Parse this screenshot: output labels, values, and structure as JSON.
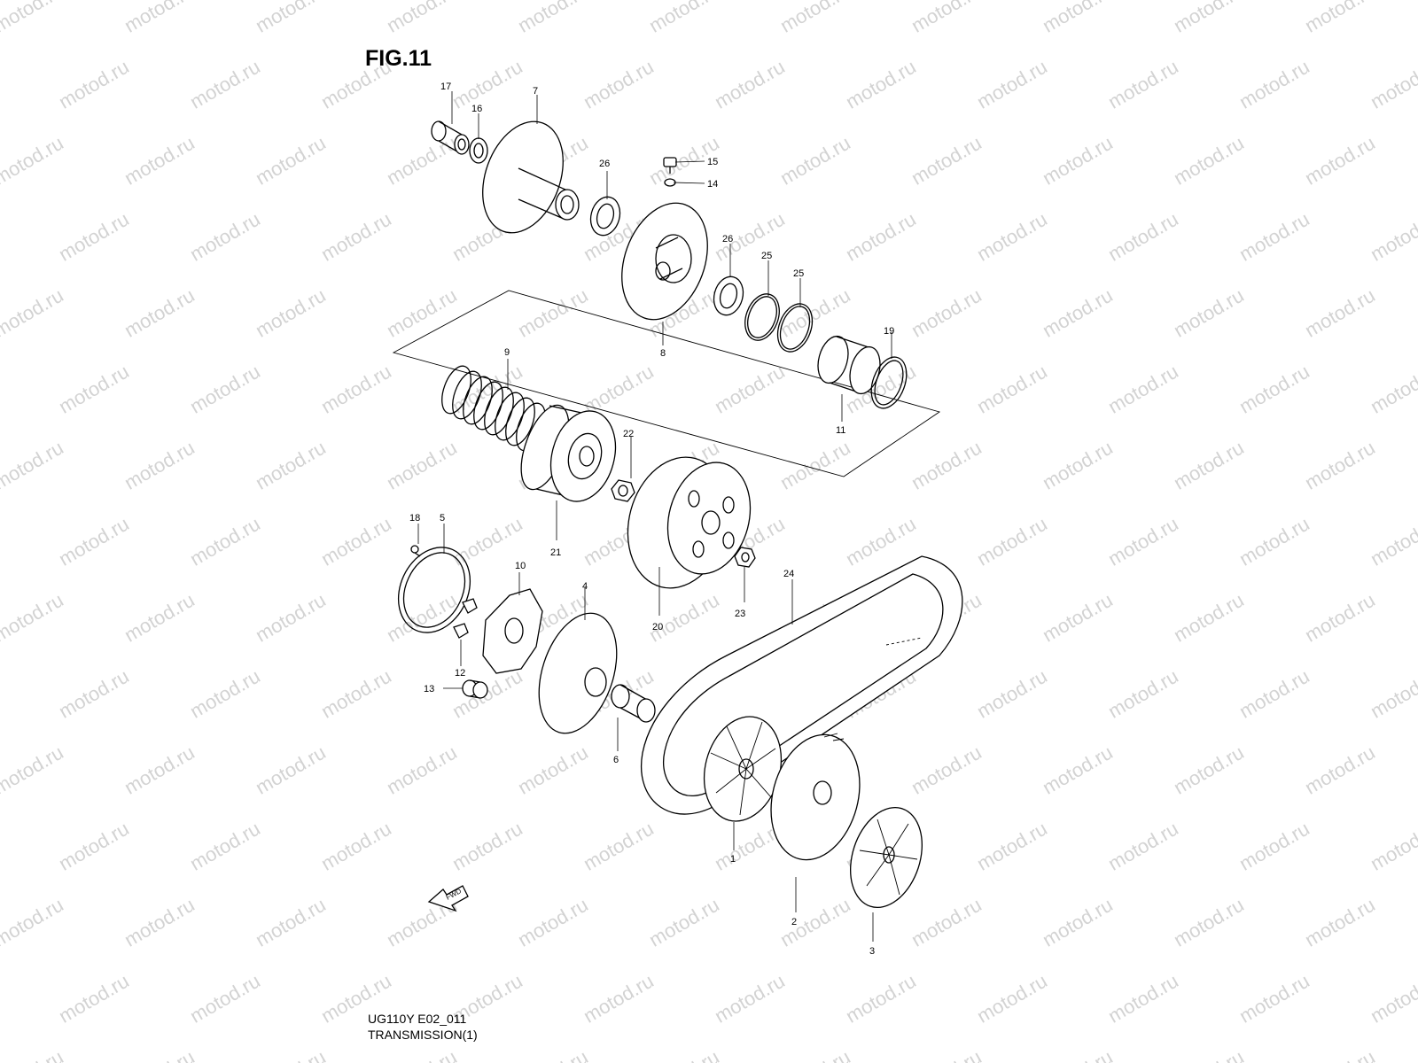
{
  "figure": {
    "title": "FIG.11",
    "code": "UG110Y E02_011",
    "name": "TRANSMISSION(1)",
    "forward_label": "FWD"
  },
  "watermark": "motod.ru",
  "callouts": {
    "c1": "1",
    "c2": "2",
    "c3": "3",
    "c4": "4",
    "c5": "5",
    "c6": "6",
    "c7": "7",
    "c8": "8",
    "c9": "9",
    "c10": "10",
    "c11": "11",
    "c12": "12",
    "c13": "13",
    "c14": "14",
    "c15": "15",
    "c16": "16",
    "c17": "17",
    "c18": "18",
    "c19": "19",
    "c20": "20",
    "c21": "21",
    "c22": "22",
    "c23": "23",
    "c24": "24",
    "c25a": "25",
    "c25b": "25",
    "c26a": "26",
    "c26b": "26"
  }
}
